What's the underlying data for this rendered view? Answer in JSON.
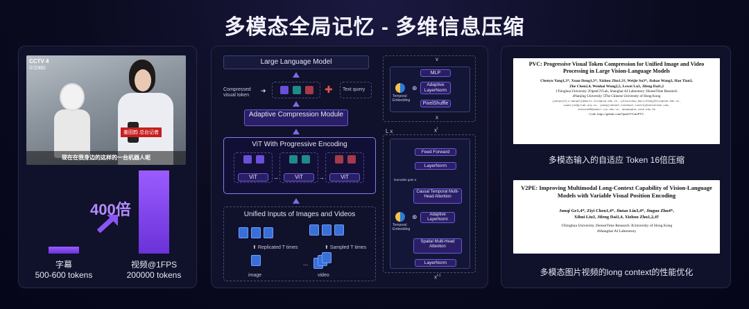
{
  "title": "多模态全局记忆 - 多维信息压缩",
  "left": {
    "video": {
      "channel": "CCTV 4",
      "channel_sub": "中文国际",
      "name_tag": "姜田韵  总台记者",
      "subtitle": "现在在我身边的这样的一台机器人呢"
    },
    "multiplier": "400倍",
    "bar_small": {
      "label": "字幕",
      "sub": "500-600 tokens"
    },
    "bar_large": {
      "label": "视频@1FPS",
      "sub": "200000 tokens"
    }
  },
  "center": {
    "llm": "Large Language Model",
    "compressed_label": "Compressed visual token",
    "text_query": "Text query",
    "adaptive": "Adaptive Compression Module",
    "vit_title": "ViT With Progressive Encoding",
    "vit": "ViT",
    "unified": "Unified Inputs of Images and Videos",
    "replicated": "Replicated T times",
    "sampled": "Sampled T times",
    "image": "image",
    "video": "video",
    "ellipsis": "...",
    "upper": {
      "v": "v",
      "mlp": "MLP",
      "adaptive_layernorm": "Adaptive LayerNorm",
      "pixelshuffle": "PixelShuffle",
      "temporal_embedding": "Temporal Embedding",
      "x": "x"
    },
    "lower": {
      "lx": "L x",
      "x_top": "x",
      "x_top_sup": "l",
      "feed_forward": "Feed Forward",
      "layernorm": "LayerNorm",
      "learnable_gate": "learnable gate α",
      "causal": "Causal Temporal Multi-Head Attention",
      "adaptive_layernorm": "Adaptive LayerNorm",
      "temporal_embedding": "Temporal Embedding",
      "spatial": "Spatial Multi-Head Attention",
      "x_bottom": "x",
      "x_bottom_sup": "l-1"
    }
  },
  "right": {
    "paper1": {
      "title": "PVC: Progressive Visual Token Compression for Unified Image and Video Processing in Large Vision-Language Models",
      "authors1": "Chenyu Yang1,3*, Xuan Dong1,3*, Xizhou Zhu1,3†, Weijie Su3*, Jiahao Wang3, Hao Tian3,",
      "authors2": "Zhe Chen2,4, Wenhai Wang2,5, Lewei Lu3, Jifeng Dai1,2",
      "aff1": "1Tsinghua University   2OpenGVLab, Shanghai AI Laboratory   3SenseTime Research",
      "aff2": "4Nanjing University   5The Chinese University of Hong Kong",
      "emails1": "{yangcy23,x-dong21}@mails.tsinghua.edu.cn, {zhuxizhou,daijifeng}@tsinghua.edu.cn,",
      "emails2": "suweijie@pjlab.org.cn, {wangjiahao3,tianhao2,luotto}@sensetime.com,",
      "emails3": "chenzhe98@smail.nju.edu.cn, whwang@ie.cuhk.edu.hk",
      "code": "Code: https://github.com/OpenGVLab/PVC"
    },
    "caption1": "多模态输入的自适应 Token 16倍压缩",
    "paper2": {
      "title": "V2PE: Improving Multimodal Long-Context Capability of Vision-Language Models with Variable Visual Position Encoding",
      "authors1": "Junqi Ge1,4*, Ziyi Chen1,4*, Jintao Lin3,4*, Jinguo Zhu4*,",
      "authors2": "Xihui Liu3, Jifeng Dai1,4, Xizhou Zhu1,2,4†",
      "aff1": "1Tsinghua University   2SenseTime Research   3University of Hong Kong",
      "aff2": "4Shanghai AI Laboratory"
    },
    "caption2": "多模态图片视频的long context的性能优化"
  },
  "colors": {
    "accent": "#8a55f5",
    "panel": "#10112a"
  }
}
